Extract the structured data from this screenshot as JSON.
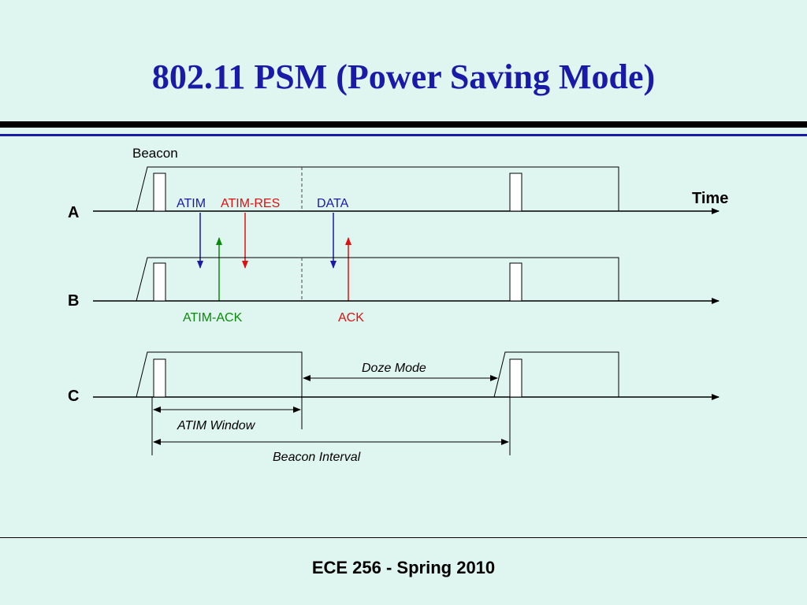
{
  "title": "802.11 PSM (Power Saving Mode)",
  "footer": "ECE 256 - Spring 2010",
  "diagram": {
    "time_label": "Time",
    "beacon_label": "Beacon",
    "stations": {
      "a": "A",
      "b": "B",
      "c": "C"
    },
    "frames": {
      "atim": "ATIM",
      "atim_res": "ATIM-RES",
      "data": "DATA",
      "atim_ack": "ATIM-ACK",
      "ack": "ACK"
    },
    "doze_mode": "Doze Mode",
    "atim_window": "ATIM Window",
    "beacon_interval": "Beacon Interval",
    "colors": {
      "blue": "#1a1aa8",
      "red": "#e01010",
      "green": "#0a8a0a"
    }
  }
}
